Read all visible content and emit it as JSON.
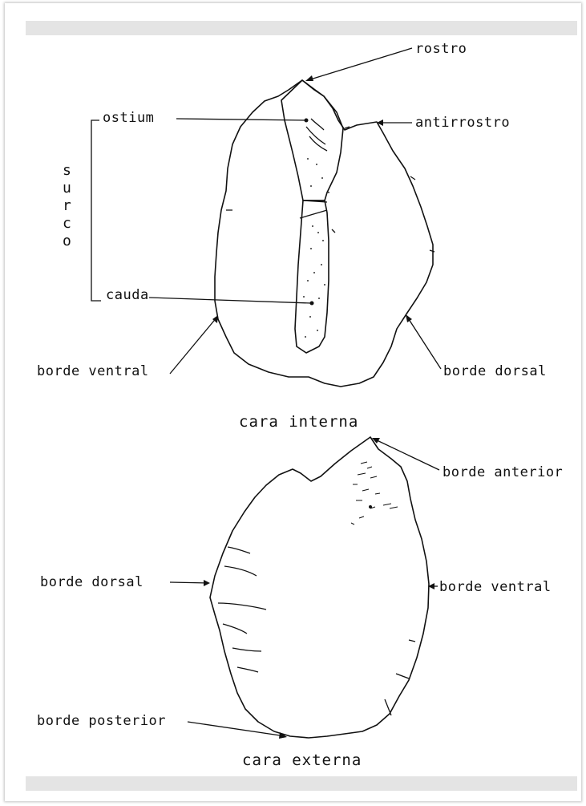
{
  "figure": {
    "internal_face": {
      "caption": "cara interna",
      "labels": {
        "rostro": "rostro",
        "ostium": "ostium",
        "antirrostro": "antirrostro",
        "cauda": "cauda",
        "borde_ventral": "borde ventral",
        "borde_dorsal": "borde dorsal"
      },
      "bracket_label": [
        "s",
        "u",
        "r",
        "c",
        "o"
      ]
    },
    "external_face": {
      "caption": "cara externa",
      "labels": {
        "borde_anterior": "borde anterior",
        "borde_dorsal": "borde dorsal",
        "borde_ventral": "borde ventral",
        "borde_posterior": "borde posterior"
      }
    }
  }
}
